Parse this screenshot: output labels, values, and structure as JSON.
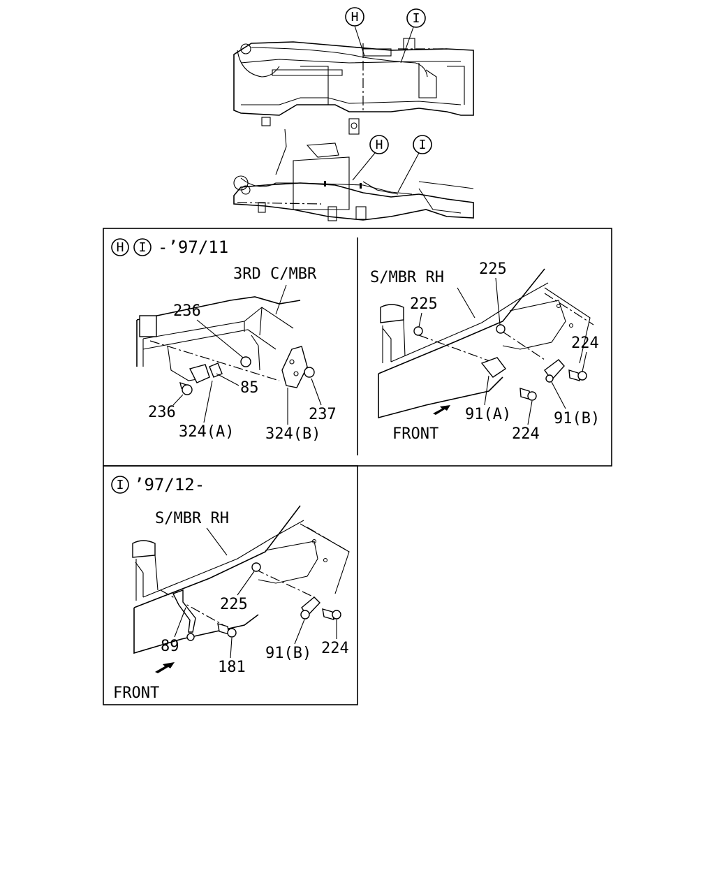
{
  "overview": {
    "callouts": {
      "h": "H",
      "i": "I"
    }
  },
  "panel_a": {
    "title_suffix": "-’97/11",
    "member_label": "3RD C/MBR",
    "parts": {
      "p236_top": "236",
      "p236_bottom": "236",
      "p85": "85",
      "p237": "237",
      "p324a": "324(A)",
      "p324b": "324(B)"
    }
  },
  "panel_b": {
    "member_label": "S/MBR RH",
    "front_label": "FRONT",
    "parts": {
      "p225_left": "225",
      "p225_right": "225",
      "p224_right": "224",
      "p224_bottom": "224",
      "p91a": "91(A)",
      "p91b": "91(B)"
    }
  },
  "panel_c": {
    "title_suffix": "’97/12-",
    "member_label": "S/MBR RH",
    "front_label": "FRONT",
    "parts": {
      "p225": "225",
      "p89": "89",
      "p181": "181",
      "p91b": "91(B)",
      "p224": "224"
    }
  }
}
